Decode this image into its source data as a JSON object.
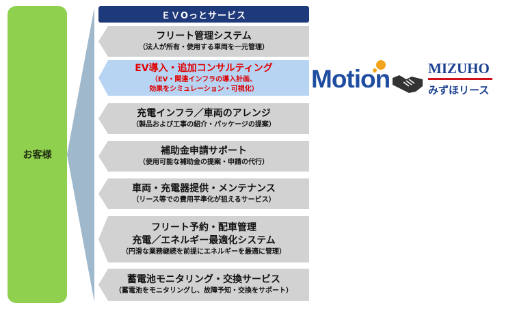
{
  "customer": {
    "label": "お客様",
    "color": "#8fd04f"
  },
  "header": {
    "title": "ＥＶOっとサービス",
    "color": "#1f3a7a"
  },
  "services": [
    {
      "title": "フリート管理システム",
      "sub": "（法人が所有・使用する車両を一元管理）",
      "highlight": false
    },
    {
      "title": "EV導入・追加コンサルティング",
      "sub": "（EV・関連インフラの導入計画、\n効果をシミュレーション・可視化）",
      "highlight": true
    },
    {
      "title": "充電インフラ／車両のアレンジ",
      "sub": "（製品および工事の紹介・パッケージの提案）",
      "highlight": false
    },
    {
      "title": "補助金申請サポート",
      "sub": "（使用可能な補助金の提案・申請の代行）",
      "highlight": false
    },
    {
      "title": "車両・充電器提供・メンテナンス",
      "sub": "（リース等での費用平準化が狙えるサービス）",
      "highlight": false
    },
    {
      "title": "フリート予約・配車管理\n充電／エネルギー最適化システム",
      "sub": "（円滑な業務継続を前提にエネルギーを最適に管理）",
      "highlight": false
    },
    {
      "title": "蓄電池モニタリング・交換サービス",
      "sub": "（蓄電池をモニタリングし、故障予知・交換をサポート）",
      "highlight": false
    }
  ],
  "partners": {
    "motion": "Motion",
    "mizuho": "MIZUHO",
    "mizuho_lease": "みずほリース",
    "handshake_icon": "handshake-icon"
  },
  "colors": {
    "highlight_bg": "#b7d4f3",
    "highlight_text": "#e00000",
    "item_bg": "#d2d2d2",
    "wedge": "#9fb8cc"
  }
}
